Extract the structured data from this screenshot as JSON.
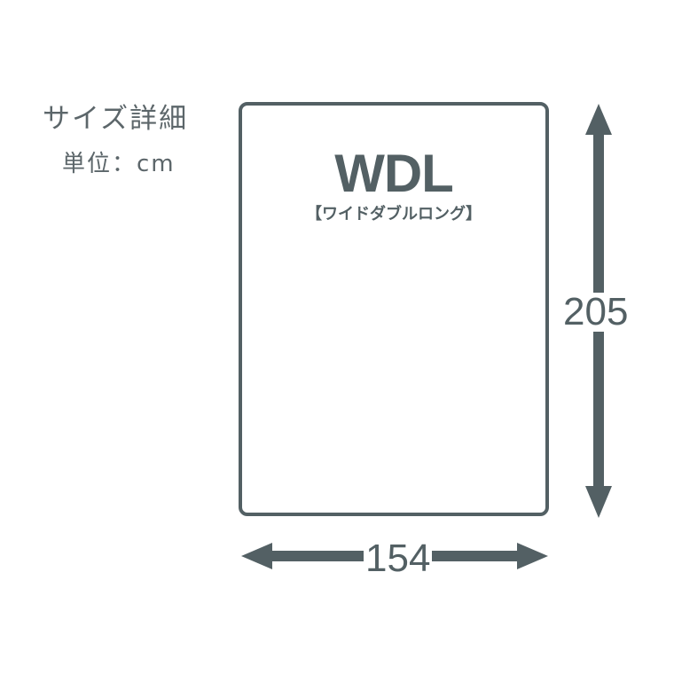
{
  "header": {
    "title": "サイズ詳細",
    "unit": "単位：cm"
  },
  "mat": {
    "code": "WDL",
    "name": "【ワイドダブルロング】"
  },
  "dimensions": {
    "height": "205",
    "width": "154"
  },
  "colors": {
    "stroke": "#536064",
    "text": "#5c666a",
    "background": "#ffffff"
  }
}
